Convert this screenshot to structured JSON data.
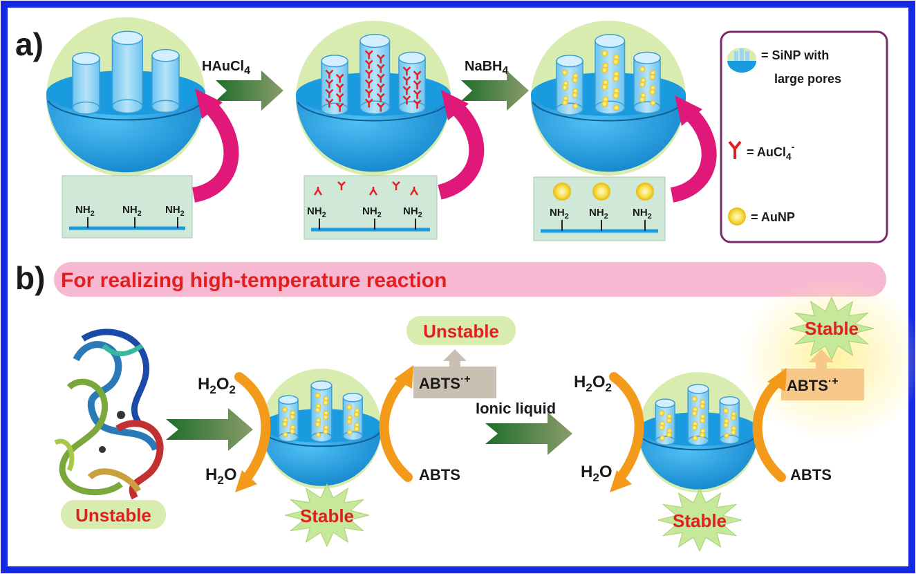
{
  "panel_a": {
    "label": "a)",
    "step1_reagent": "HAuCl",
    "step1_reagent_sub": "4",
    "step2_reagent": "NaBH",
    "step2_reagent_sub": "4",
    "amine_group": "NH",
    "amine_sub": "2",
    "legend": {
      "sinp_line1": "= SiNP with",
      "sinp_line2": "large pores",
      "aucl4": "= AuCl",
      "aucl4_sub": "4",
      "aucl4_sup": "-",
      "aunp": "= AuNP"
    }
  },
  "panel_b": {
    "label": "b)",
    "banner": "For realizing high-temperature reaction",
    "h2o2": "H",
    "h2o2_sub1": "2",
    "h2o2_mid": "O",
    "h2o2_sub2": "2",
    "h2o_pre": "H",
    "h2o_sub": "2",
    "h2o_post": "O",
    "abts_radical": "ABTS",
    "abts_radical_sup": "·+",
    "abts": "ABTS",
    "ionic_liquid": "Ionic liquid",
    "enzyme_status": "Unstable",
    "nano_status_1": "Stable",
    "radical_status_1": "Unstable",
    "nano_status_2": "Stable",
    "radical_status_2": "Stable"
  },
  "colors": {
    "frame_border": "#1428e6",
    "sphere_blue": "#1a9be0",
    "sphere_top": "#d9ecb0",
    "arrow_green": "#5a7a3a",
    "curved_arrow_magenta": "#e0187a",
    "curved_arrow_orange": "#f39a1a",
    "banner_pink": "#f7b8d2",
    "label_red": "#e02020",
    "au_yellow": "#f5d93a"
  }
}
